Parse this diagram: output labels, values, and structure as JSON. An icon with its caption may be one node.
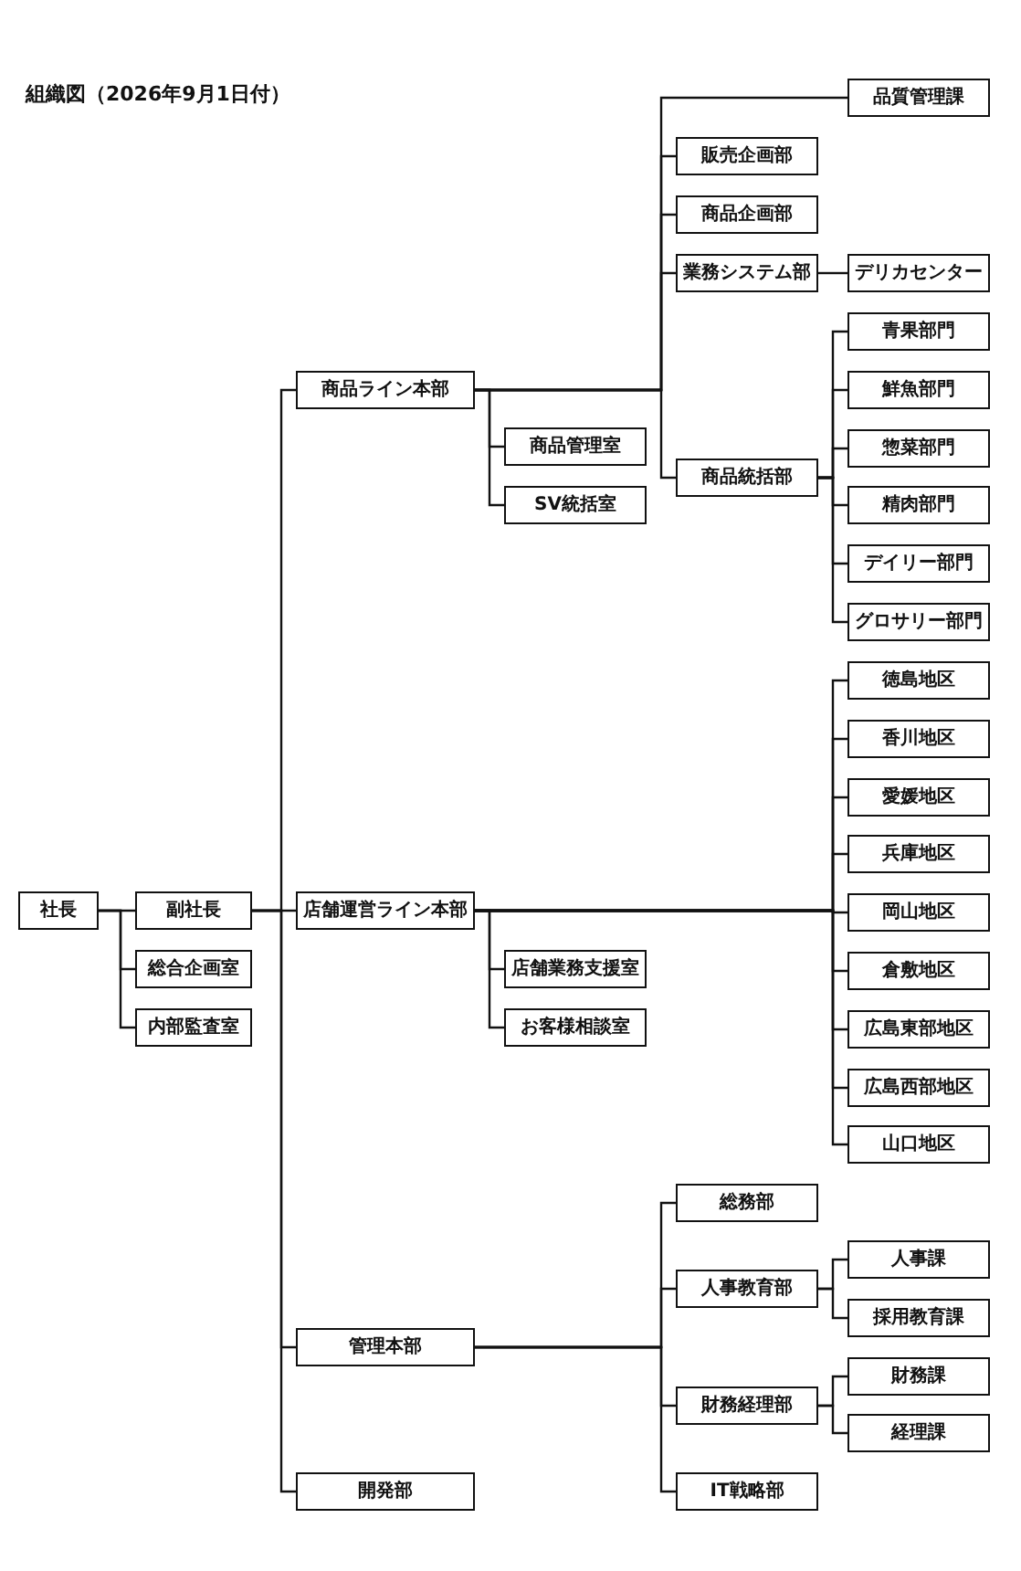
{
  "diagram": {
    "title": "組織図（2026年9月1日付）",
    "nodes": [
      {
        "text": [
          "社長"
        ]
      },
      {
        "text": [
          "副社長"
        ]
      },
      {
        "text": [
          "総合企画室"
        ]
      },
      {
        "text": [
          "内部監査室"
        ]
      },
      {
        "text": [
          "商品ライン本部"
        ]
      },
      {
        "text": [
          "商品管理室"
        ]
      },
      {
        "text": [
          "SV統括室"
        ]
      },
      {
        "text": [
          "品質管理課"
        ]
      },
      {
        "text": [
          "販売企画部"
        ]
      },
      {
        "text": [
          "商品企画部"
        ]
      },
      {
        "text": [
          "業務システム部"
        ]
      },
      {
        "text": [
          "デリカセンター"
        ]
      },
      {
        "text": [
          "商品統括部"
        ]
      },
      {
        "text": [
          "青果部門"
        ]
      },
      {
        "text": [
          "鮮魚部門"
        ]
      },
      {
        "text": [
          "惣菜部門"
        ]
      },
      {
        "text": [
          "精肉部門"
        ]
      },
      {
        "text": [
          "デイリー部門"
        ]
      },
      {
        "text": [
          "グロサリー部門"
        ]
      },
      {
        "text": [
          "店舗運営ライン本部"
        ]
      },
      {
        "text": [
          "店舗業務支援室"
        ]
      },
      {
        "text": [
          "お客様相談室"
        ]
      },
      {
        "text": [
          "徳島地区"
        ]
      },
      {
        "text": [
          "香川地区"
        ]
      },
      {
        "text": [
          "愛媛地区"
        ]
      },
      {
        "text": [
          "兵庫地区"
        ]
      },
      {
        "text": [
          "岡山地区"
        ]
      },
      {
        "text": [
          "倉敷地区"
        ]
      },
      {
        "text": [
          "広島東部地区"
        ]
      },
      {
        "text": [
          "広島西部地区"
        ]
      },
      {
        "text": [
          "山口地区"
        ]
      },
      {
        "text": [
          "管理本部"
        ]
      },
      {
        "text": [
          "総務部"
        ]
      },
      {
        "text": [
          "人事教育部"
        ]
      },
      {
        "text": [
          "人事課"
        ]
      },
      {
        "text": [
          "採用教育課"
        ]
      },
      {
        "text": [
          "財務経理部"
        ]
      },
      {
        "text": [
          "財務課"
        ]
      },
      {
        "text": [
          "経理課"
        ]
      },
      {
        "text": [
          "開発部"
        ]
      },
      {
        "text": [
          "IT戦略部"
        ]
      }
    ],
    "edges": [
      {
        "from": 0,
        "to": 1,
        "arrow": "none"
      },
      {
        "from": 0,
        "to": 2,
        "arrow": "none"
      },
      {
        "from": 0,
        "to": 3,
        "arrow": "none"
      },
      {
        "from": 1,
        "to": 4,
        "arrow": "none"
      },
      {
        "from": 1,
        "to": 19,
        "arrow": "none"
      },
      {
        "from": 1,
        "to": 31,
        "arrow": "none"
      },
      {
        "from": 1,
        "to": 39,
        "arrow": "none"
      },
      {
        "from": 4,
        "to": 5,
        "arrow": "none"
      },
      {
        "from": 4,
        "to": 6,
        "arrow": "none"
      },
      {
        "from": 4,
        "to": 7,
        "arrow": "none"
      },
      {
        "from": 4,
        "to": 8,
        "arrow": "none"
      },
      {
        "from": 4,
        "to": 9,
        "arrow": "none"
      },
      {
        "from": 4,
        "to": 10,
        "arrow": "none"
      },
      {
        "from": 4,
        "to": 12,
        "arrow": "none"
      },
      {
        "from": 10,
        "to": 11,
        "arrow": "none"
      },
      {
        "from": 12,
        "to": 13,
        "arrow": "none"
      },
      {
        "from": 12,
        "to": 14,
        "arrow": "none"
      },
      {
        "from": 12,
        "to": 15,
        "arrow": "none"
      },
      {
        "from": 12,
        "to": 16,
        "arrow": "none"
      },
      {
        "from": 12,
        "to": 17,
        "arrow": "none"
      },
      {
        "from": 12,
        "to": 18,
        "arrow": "none"
      },
      {
        "from": 19,
        "to": 20,
        "arrow": "none"
      },
      {
        "from": 19,
        "to": 21,
        "arrow": "none"
      },
      {
        "from": 19,
        "to": 22,
        "arrow": "none"
      },
      {
        "from": 19,
        "to": 23,
        "arrow": "none"
      },
      {
        "from": 19,
        "to": 24,
        "arrow": "none"
      },
      {
        "from": 19,
        "to": 25,
        "arrow": "none"
      },
      {
        "from": 19,
        "to": 26,
        "arrow": "none"
      },
      {
        "from": 19,
        "to": 27,
        "arrow": "none"
      },
      {
        "from": 19,
        "to": 28,
        "arrow": "none"
      },
      {
        "from": 19,
        "to": 29,
        "arrow": "none"
      },
      {
        "from": 19,
        "to": 30,
        "arrow": "none"
      },
      {
        "from": 31,
        "to": 32,
        "arrow": "none"
      },
      {
        "from": 31,
        "to": 33,
        "arrow": "none"
      },
      {
        "from": 31,
        "to": 36,
        "arrow": "none"
      },
      {
        "from": 31,
        "to": 40,
        "arrow": "none"
      },
      {
        "from": 33,
        "to": 34,
        "arrow": "none"
      },
      {
        "from": 33,
        "to": 35,
        "arrow": "none"
      },
      {
        "from": 36,
        "to": 37,
        "arrow": "none"
      },
      {
        "from": 36,
        "to": 38,
        "arrow": "none"
      }
    ]
  }
}
